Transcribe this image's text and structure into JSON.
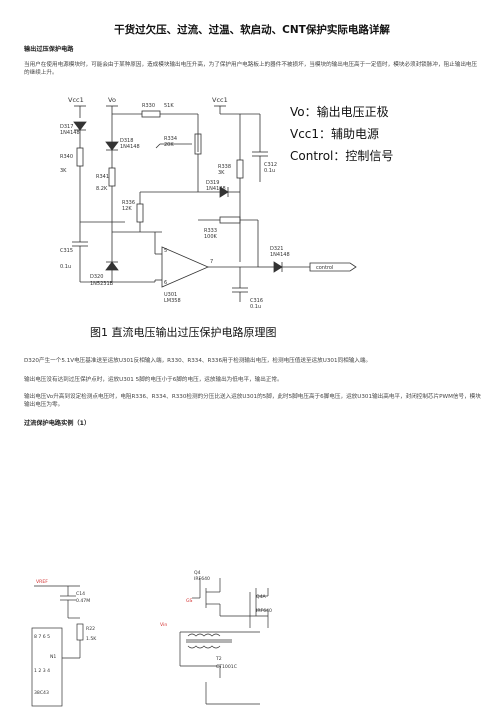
{
  "doc": {
    "title": "干货过欠压、过流、过温、软启动、CNT保护实际电路详解",
    "section1": {
      "heading": "输出过压保护电路",
      "intro": "当用户在使用电源模块时，可能会由于某种原因，造成模块输出电压升高，为了保护用户电路板上的器件不被损坏，当模块的输出电压高于一定值时，模块必须封锁脉冲，阻止输出电压的继续上升。",
      "para1": "D320产生一个5.1V电压基准送至运放U301反相输入端，R330、R334、R336用于检测输出电压，检测电压值送至运放U301同相输入端。",
      "para2": "输出电压没有达到过压保护点时，运放U301 5脚的电压小于6脚的电压，运放输出为低电平，输出正常。",
      "para3": "输出电压Vo升高到设定检测点电压时，电阻R336、R334、R330检测的分压比送入运放U301的5脚，此时5脚电压高于6脚电压，运放U301输出高电平，封闭控制芯片PWM信号，模块输出电压为零。"
    },
    "section2": {
      "heading": "过流保护电路实例（1）"
    }
  },
  "circuit1": {
    "caption": "图1 直流电压输出过压保护电路原理图",
    "legend": [
      "Vo：输出电压正极",
      "Vcc1：辅助电源",
      "Control：控制信号"
    ],
    "labels": {
      "vcc1_left": "Vcc1",
      "vo": "Vo",
      "vcc1_right": "Vcc1",
      "d317": "D317",
      "d317v": "1N4148",
      "r340": "R340",
      "r340v": "3K",
      "r330": "R330",
      "r330v": "51K",
      "d318": "D318",
      "d318v": "1N4148",
      "r334": "R334",
      "r334v": "20K",
      "r338": "R338",
      "r338v": "3K",
      "c312": "C312",
      "c312v": "0.1u",
      "r341": "R341",
      "r341v": "8.2K",
      "d319": "D319",
      "d319v": "1N4148",
      "r336": "R336",
      "r336v": "12K",
      "r333": "R333",
      "r333v": "100K",
      "c315": "C315",
      "c315v": "0.1u",
      "d320": "D320",
      "d320v": "1N5231B",
      "d321": "D321",
      "d321v": "1N4148",
      "u301": "U301",
      "u301v": "LM358",
      "c316": "C316",
      "c316v": "0.1u",
      "pin5": "5",
      "pin6": "6",
      "pin7": "7",
      "control": "control"
    }
  },
  "circuit2": {
    "labels": {
      "vref": "VREF",
      "c14": "C14",
      "c14v": "0.47M",
      "r22": "R22",
      "r22v": "1.5K",
      "n1": "N1",
      "chip": "38C43",
      "q4": "Q4",
      "q4v": "IRF640",
      "q4a": "Q4A",
      "q4av": "IRF640",
      "gs": "GS",
      "vin": "Vin",
      "t2": "T2",
      "t2v": "CT1001C",
      "pins": "8  7  6  5",
      "pins2": "1  2  3  4"
    }
  },
  "colors": {
    "wire": "#333333",
    "accent_red": "#d32f2f",
    "legend_text": "#111111"
  }
}
